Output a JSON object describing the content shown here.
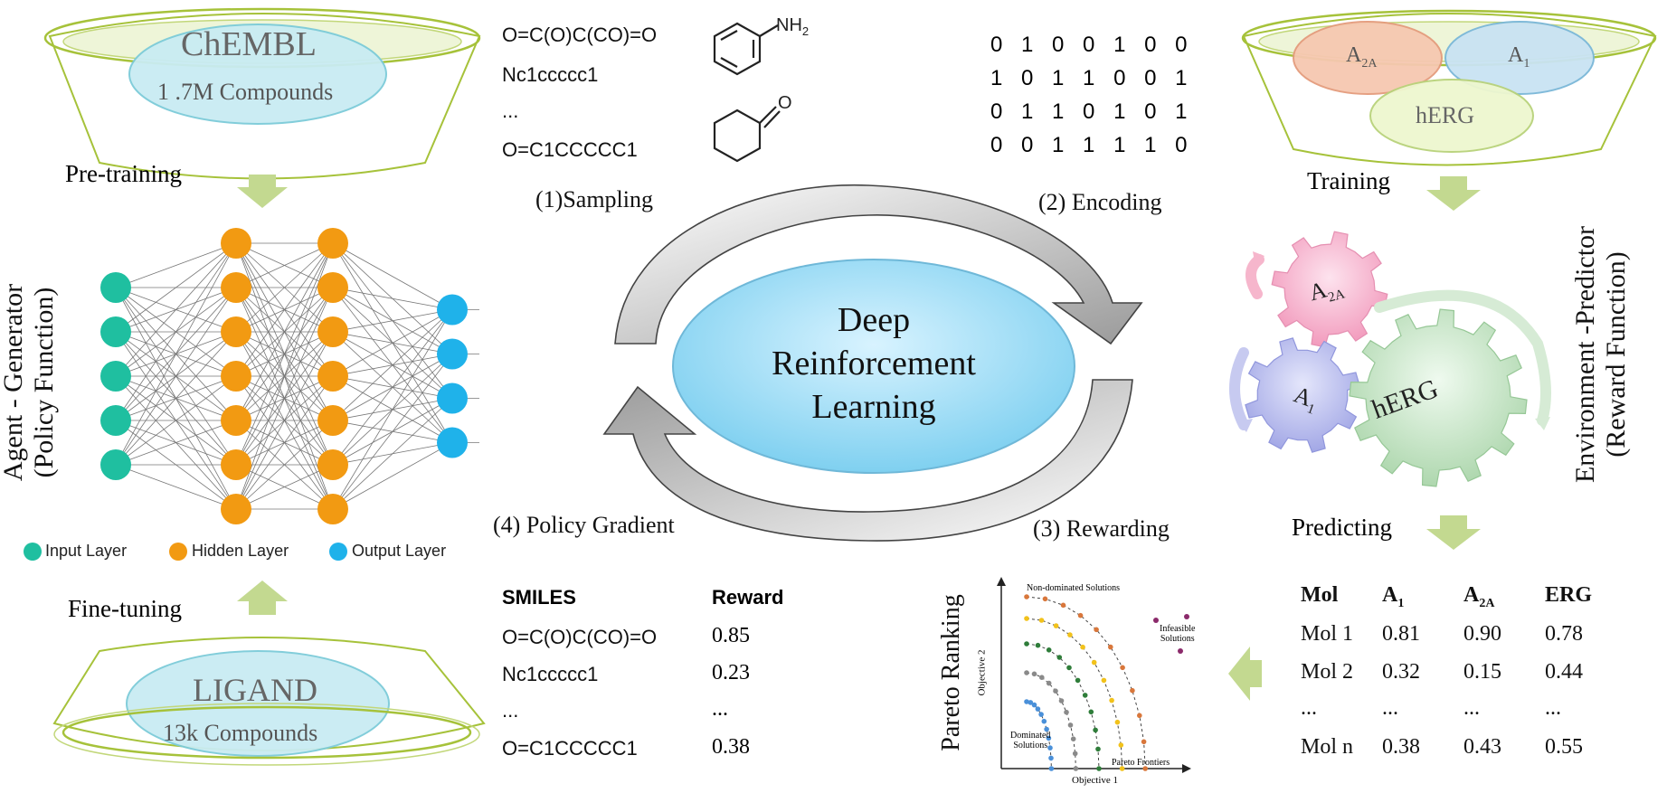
{
  "databases": {
    "chembl": {
      "name": "ChEMBL",
      "count": "1 .7M Compounds"
    },
    "ligand": {
      "name": "LIGAND",
      "count": "13k Compounds"
    },
    "targets": [
      "A2A",
      "A1",
      "hERG"
    ]
  },
  "left": {
    "pretraining": "Pre-training",
    "finetuning": "Fine-tuning",
    "agent_title": "Agent - Generator",
    "agent_subtitle": "(Policy Function)",
    "legend": {
      "input": "Input Layer",
      "hidden": "Hidden Layer",
      "output": "Output Layer"
    },
    "network_layers": [
      5,
      7,
      7,
      4
    ]
  },
  "center": {
    "core": {
      "line1": "Deep",
      "line2": "Reinforcement",
      "line3": "Learning"
    },
    "steps": {
      "sampling": "(1)Sampling",
      "encoding": "(2) Encoding",
      "rewarding": "(3) Rewarding",
      "policy": "(4) Policy Gradient"
    },
    "smiles": [
      "O=C(O)C(CO)=O",
      "Nc1ccccc1",
      "...",
      "O=C1CCCCC1"
    ],
    "nh2_label": "NH2",
    "o_label": "O",
    "bits": [
      "0 1 0 0 1 0 0",
      "1 0 1 1 0 0 1",
      "0 1 1 0 1 0 1",
      "0 0 1 1 1 1 0"
    ],
    "reward_table": {
      "headers": [
        "SMILES",
        "Reward"
      ],
      "rows": [
        [
          "O=C(O)C(CO)=O",
          "0.85"
        ],
        [
          "Nc1ccccc1",
          "0.23"
        ],
        [
          "...",
          "..."
        ],
        [
          "O=C1CCCCC1",
          "0.38"
        ]
      ]
    }
  },
  "right": {
    "training": "Training",
    "predicting": "Predicting",
    "env_title": "Environment -Predictor",
    "env_subtitle": "(Reward Function)",
    "gears": [
      "A2A",
      "A1",
      "hERG"
    ],
    "pred_table": {
      "headers": [
        "Mol",
        "A1",
        "A2A",
        "ERG"
      ],
      "rows": [
        [
          "Mol 1",
          "0.81",
          "0.90",
          "0.78"
        ],
        [
          "Mol 2",
          "0.32",
          "0.15",
          "0.44"
        ],
        [
          "...",
          "...",
          "...",
          "..."
        ],
        [
          "Mol n",
          "0.38",
          "0.43",
          "0.55"
        ]
      ]
    }
  },
  "pareto": {
    "title": "Pareto Ranking",
    "xlabel": "Objective 1",
    "ylabel": "Objective 2",
    "nondominated": "Non-dominated Solutions",
    "infeasible_1": "Infeasible",
    "infeasible_2": "Solutions",
    "dominated_1": "Dominated",
    "dominated_2": "Solutions",
    "frontiers": "Pareto Frontiers",
    "colors": [
      "#d9773b",
      "#f2c21b",
      "#2f7d3a",
      "#8a8a8a",
      "#4a90d9"
    ],
    "infeasible_color": "#8b2a6b"
  },
  "colors": {
    "chembl_fill": "#c9ecf3",
    "ligand_fill": "#c9ecf3",
    "bowl_stroke": "#9ab83a",
    "core_fill": "#7fd0f0",
    "input": "#1fbfa0",
    "hidden": "#f29a12",
    "output": "#1fb2ea",
    "arrow_green": "#c3d990",
    "gear_pink": "#f4b4cd",
    "gear_blue": "#b5b9ea",
    "gear_green": "#bfe0bf"
  }
}
